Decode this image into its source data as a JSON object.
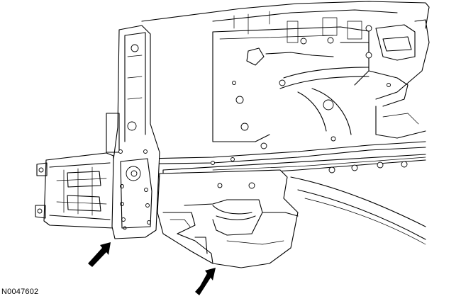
{
  "figure": {
    "id_label": "N0047602",
    "subject": "front-end-sheet-metal-structure",
    "callout_arrow_count": 2
  }
}
